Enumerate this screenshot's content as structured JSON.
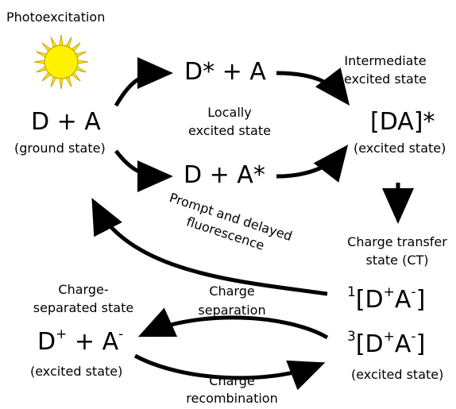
{
  "photoexcitation": "Photoexcitation",
  "ground": {
    "main": "D + A",
    "sub": "(ground state)"
  },
  "d_star_a": "D* + A",
  "d_a_star": "D + A*",
  "locally_excited": {
    "line1": "Locally",
    "line2": "excited state"
  },
  "intermediate": {
    "line1": "Intermediate",
    "line2": "excited state"
  },
  "da_star": {
    "main": "[DA]*",
    "sub": "(excited state)"
  },
  "ct_label": {
    "line1": "Charge transfer",
    "line2": "state (CT)"
  },
  "ct_states": {
    "singlet_prefix": "1",
    "triplet_prefix": "3",
    "body_open": "[D",
    "plus": "+",
    "mid": "A",
    "minus": "-",
    "close": "]",
    "sub": "(excited state)"
  },
  "fluorescence": "Prompt and delayed fluorescence",
  "css_label": {
    "line1": "Charge-",
    "line2": "separated state"
  },
  "css": {
    "d": "D",
    "plus": "+",
    "mid": " + A",
    "minus": "-",
    "sub": "(excited state)"
  },
  "separation": {
    "line1": "Charge",
    "line2": "separation"
  },
  "recombination": {
    "line1": "Charge",
    "line2": "recombination"
  },
  "colors": {
    "sun_fill": "#FFF200",
    "sun_stroke": "#C9A400",
    "ink": "#000000"
  }
}
